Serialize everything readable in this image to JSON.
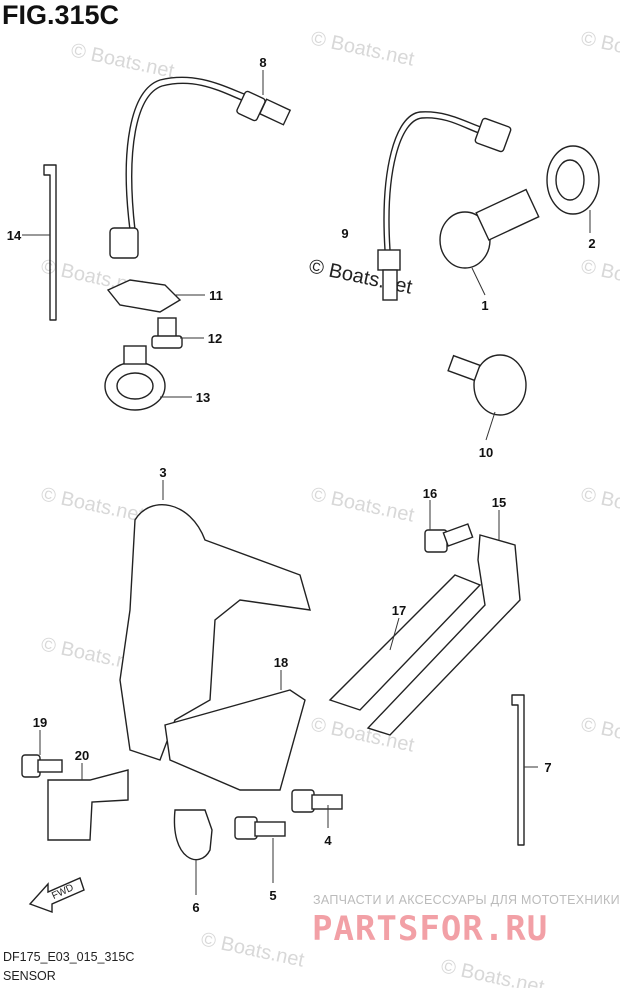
{
  "figure": {
    "title": "FIG.315C",
    "code": "DF175_E03_015_315C",
    "caption": "SENSOR"
  },
  "watermark": {
    "text": "© Boats.net",
    "center_text": "© Boats.net"
  },
  "promo": {
    "tagline": "ЗАПЧАСТИ И АКСЕССУАРЫ ДЛЯ МОТОТЕХНИКИ",
    "logo": "PARTSFOR.RU",
    "color": "#f2a0a6"
  },
  "fwd_label": "FWD",
  "callouts": [
    "1",
    "2",
    "3",
    "4",
    "5",
    "6",
    "7",
    "8",
    "9",
    "10",
    "11",
    "12",
    "13",
    "14",
    "15",
    "16",
    "17",
    "18",
    "19",
    "20"
  ]
}
